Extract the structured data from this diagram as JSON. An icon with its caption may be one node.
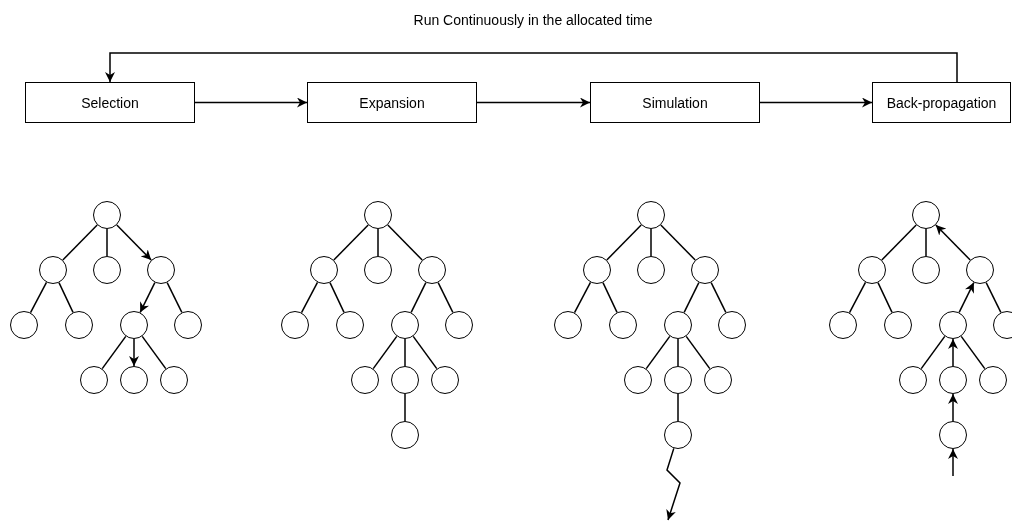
{
  "diagram": {
    "nodes": [
      {
        "text": [
          "Selection"
        ]
      },
      {
        "text": [
          "Expansion"
        ]
      },
      {
        "text": [
          "Simulation"
        ]
      },
      {
        "text": [
          "Back-propagation"
        ]
      },
      {
        "text": [],
        "shape": "circle"
      },
      {
        "text": [],
        "shape": "circle"
      },
      {
        "text": [],
        "shape": "circle"
      },
      {
        "text": [],
        "shape": "circle"
      },
      {
        "text": [],
        "shape": "circle"
      },
      {
        "text": [],
        "shape": "circle"
      },
      {
        "text": [],
        "shape": "circle"
      },
      {
        "text": [],
        "shape": "circle"
      },
      {
        "text": [],
        "shape": "circle"
      },
      {
        "text": [],
        "shape": "circle"
      },
      {
        "text": [],
        "shape": "circle"
      },
      {
        "text": [],
        "shape": "circle"
      },
      {
        "text": [],
        "shape": "circle"
      },
      {
        "text": [],
        "shape": "circle"
      },
      {
        "text": [],
        "shape": "circle"
      },
      {
        "text": [],
        "shape": "circle"
      },
      {
        "text": [],
        "shape": "circle"
      },
      {
        "text": [],
        "shape": "circle"
      },
      {
        "text": [],
        "shape": "circle"
      },
      {
        "text": [],
        "shape": "circle"
      },
      {
        "text": [],
        "shape": "circle"
      },
      {
        "text": [],
        "shape": "circle"
      },
      {
        "text": [],
        "shape": "circle"
      },
      {
        "text": [],
        "shape": "circle"
      },
      {
        "text": [],
        "shape": "circle"
      },
      {
        "text": [],
        "shape": "circle"
      },
      {
        "text": [],
        "shape": "circle"
      },
      {
        "text": [],
        "shape": "circle"
      },
      {
        "text": [],
        "shape": "circle"
      },
      {
        "text": [],
        "shape": "circle"
      },
      {
        "text": [],
        "shape": "circle"
      },
      {
        "text": [],
        "shape": "circle"
      },
      {
        "text": [],
        "shape": "circle"
      },
      {
        "text": [],
        "shape": "circle"
      },
      {
        "text": [],
        "shape": "circle"
      },
      {
        "text": [],
        "shape": "circle"
      },
      {
        "text": [],
        "shape": "circle"
      },
      {
        "text": [],
        "shape": "circle"
      },
      {
        "text": [],
        "shape": "circle"
      },
      {
        "text": [],
        "shape": "circle"
      },
      {
        "text": [],
        "shape": "circle"
      },
      {
        "text": [],
        "shape": "circle"
      },
      {
        "text": [],
        "shape": "circle"
      },
      {
        "text": [],
        "shape": "circle"
      },
      {
        "text": [],
        "shape": "circle"
      },
      {
        "text": [],
        "shape": "circle"
      },
      {
        "text": [],
        "shape": "circle"
      }
    ],
    "edges": [
      {
        "from": 0,
        "to": 1,
        "arrow": "to"
      },
      {
        "from": 1,
        "to": 2,
        "arrow": "to"
      },
      {
        "from": 2,
        "to": 3,
        "arrow": "to"
      },
      {
        "from": 3,
        "to": 0,
        "arrow": "to",
        "label": "Run Continuously in the allocated time"
      },
      {
        "from": 4,
        "to": 5,
        "arrow": "none"
      },
      {
        "from": 4,
        "to": 6,
        "arrow": "none"
      },
      {
        "from": 4,
        "to": 7,
        "arrow": "to"
      },
      {
        "from": 5,
        "to": 8,
        "arrow": "none"
      },
      {
        "from": 5,
        "to": 9,
        "arrow": "none"
      },
      {
        "from": 7,
        "to": 10,
        "arrow": "to"
      },
      {
        "from": 7,
        "to": 11,
        "arrow": "none"
      },
      {
        "from": 10,
        "to": 12,
        "arrow": "none"
      },
      {
        "from": 10,
        "to": 13,
        "arrow": "to"
      },
      {
        "from": 10,
        "to": 14,
        "arrow": "none"
      },
      {
        "from": 15,
        "to": 16,
        "arrow": "none"
      },
      {
        "from": 15,
        "to": 17,
        "arrow": "none"
      },
      {
        "from": 15,
        "to": 18,
        "arrow": "none"
      },
      {
        "from": 16,
        "to": 19,
        "arrow": "none"
      },
      {
        "from": 16,
        "to": 20,
        "arrow": "none"
      },
      {
        "from": 18,
        "to": 21,
        "arrow": "none"
      },
      {
        "from": 18,
        "to": 22,
        "arrow": "none"
      },
      {
        "from": 21,
        "to": 23,
        "arrow": "none"
      },
      {
        "from": 21,
        "to": 24,
        "arrow": "none"
      },
      {
        "from": 21,
        "to": 25,
        "arrow": "none"
      },
      {
        "from": 24,
        "to": 26,
        "arrow": "none"
      },
      {
        "from": 27,
        "to": 28,
        "arrow": "none"
      },
      {
        "from": 27,
        "to": 29,
        "arrow": "none"
      },
      {
        "from": 27,
        "to": 30,
        "arrow": "none"
      },
      {
        "from": 28,
        "to": 31,
        "arrow": "none"
      },
      {
        "from": 28,
        "to": 32,
        "arrow": "none"
      },
      {
        "from": 30,
        "to": 33,
        "arrow": "none"
      },
      {
        "from": 30,
        "to": 34,
        "arrow": "none"
      },
      {
        "from": 33,
        "to": 35,
        "arrow": "none"
      },
      {
        "from": 33,
        "to": 36,
        "arrow": "none"
      },
      {
        "from": 33,
        "to": 37,
        "arrow": "none"
      },
      {
        "from": 36,
        "to": 38,
        "arrow": "none"
      },
      {
        "from": 38,
        "to": null,
        "arrow": "to"
      },
      {
        "from": 39,
        "to": 40,
        "arrow": "none"
      },
      {
        "from": 39,
        "to": 41,
        "arrow": "none"
      },
      {
        "from": 42,
        "to": 39,
        "arrow": "to"
      },
      {
        "from": 40,
        "to": 43,
        "arrow": "none"
      },
      {
        "from": 40,
        "to": 44,
        "arrow": "none"
      },
      {
        "from": 45,
        "to": 42,
        "arrow": "to"
      },
      {
        "from": 42,
        "to": 46,
        "arrow": "none"
      },
      {
        "from": 45,
        "to": 47,
        "arrow": "none"
      },
      {
        "from": 48,
        "to": 45,
        "arrow": "to"
      },
      {
        "from": 45,
        "to": 49,
        "arrow": "none"
      },
      {
        "from": 50,
        "to": 48,
        "arrow": "to"
      },
      {
        "from": null,
        "to": 50,
        "arrow": "to"
      }
    ]
  }
}
